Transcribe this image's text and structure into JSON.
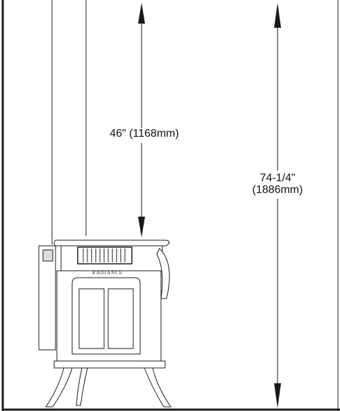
{
  "dimensions": {
    "flue_height": {
      "line1": "46\" (1168mm)"
    },
    "overall_height": {
      "line1": "74-1/4\"",
      "line2": "(1886mm)"
    }
  },
  "stove": {
    "brand": "RADIANCE"
  },
  "colors": {
    "ink": "#1a1a1a",
    "paper": "#ffffff"
  }
}
